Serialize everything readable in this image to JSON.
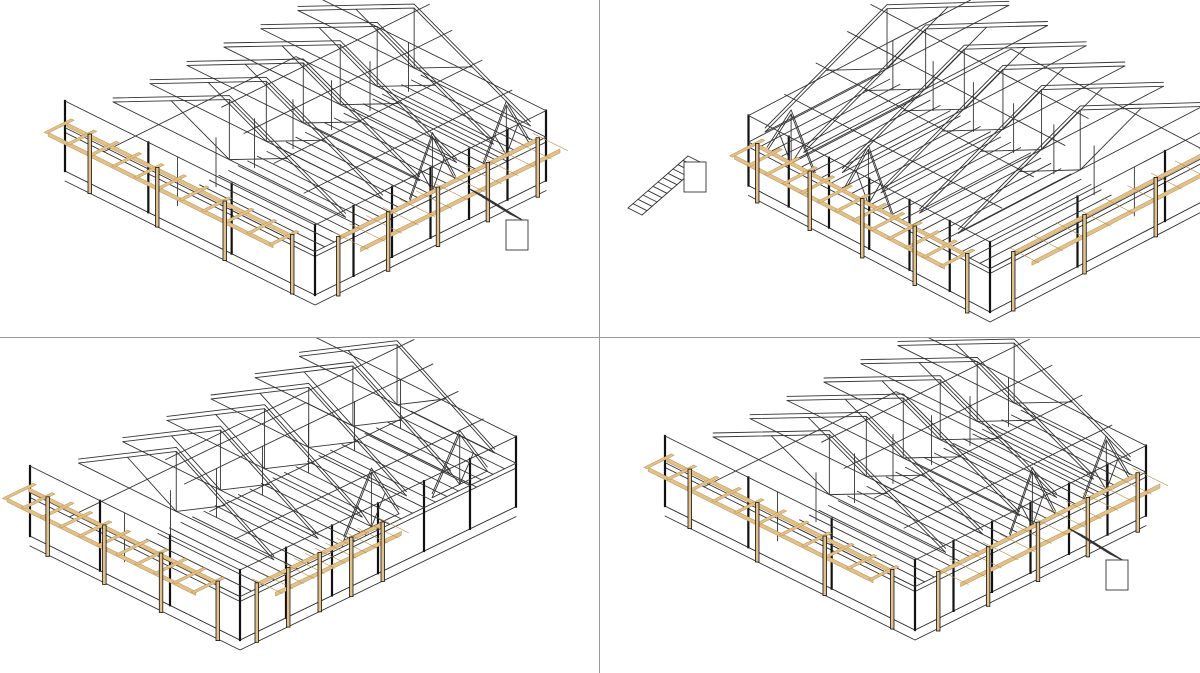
{
  "layout": "2x2-grid",
  "colors": {
    "background": "#ffffff",
    "divider": "#9a9a9a",
    "linework": "#333333",
    "heavy_post": "#111111",
    "timber_fill": "#e2c08a",
    "timber_stroke": "#b8904e"
  },
  "views": [
    {
      "id": "view-1",
      "orientation": "front-left",
      "has_stair": true,
      "stair_side": "right"
    },
    {
      "id": "view-2",
      "orientation": "back-right",
      "has_stair": true,
      "stair_side": "left"
    },
    {
      "id": "view-3",
      "orientation": "front-right",
      "has_stair": false,
      "stair_side": "none"
    },
    {
      "id": "view-4",
      "orientation": "front-left",
      "has_stair": true,
      "stair_side": "right"
    }
  ]
}
